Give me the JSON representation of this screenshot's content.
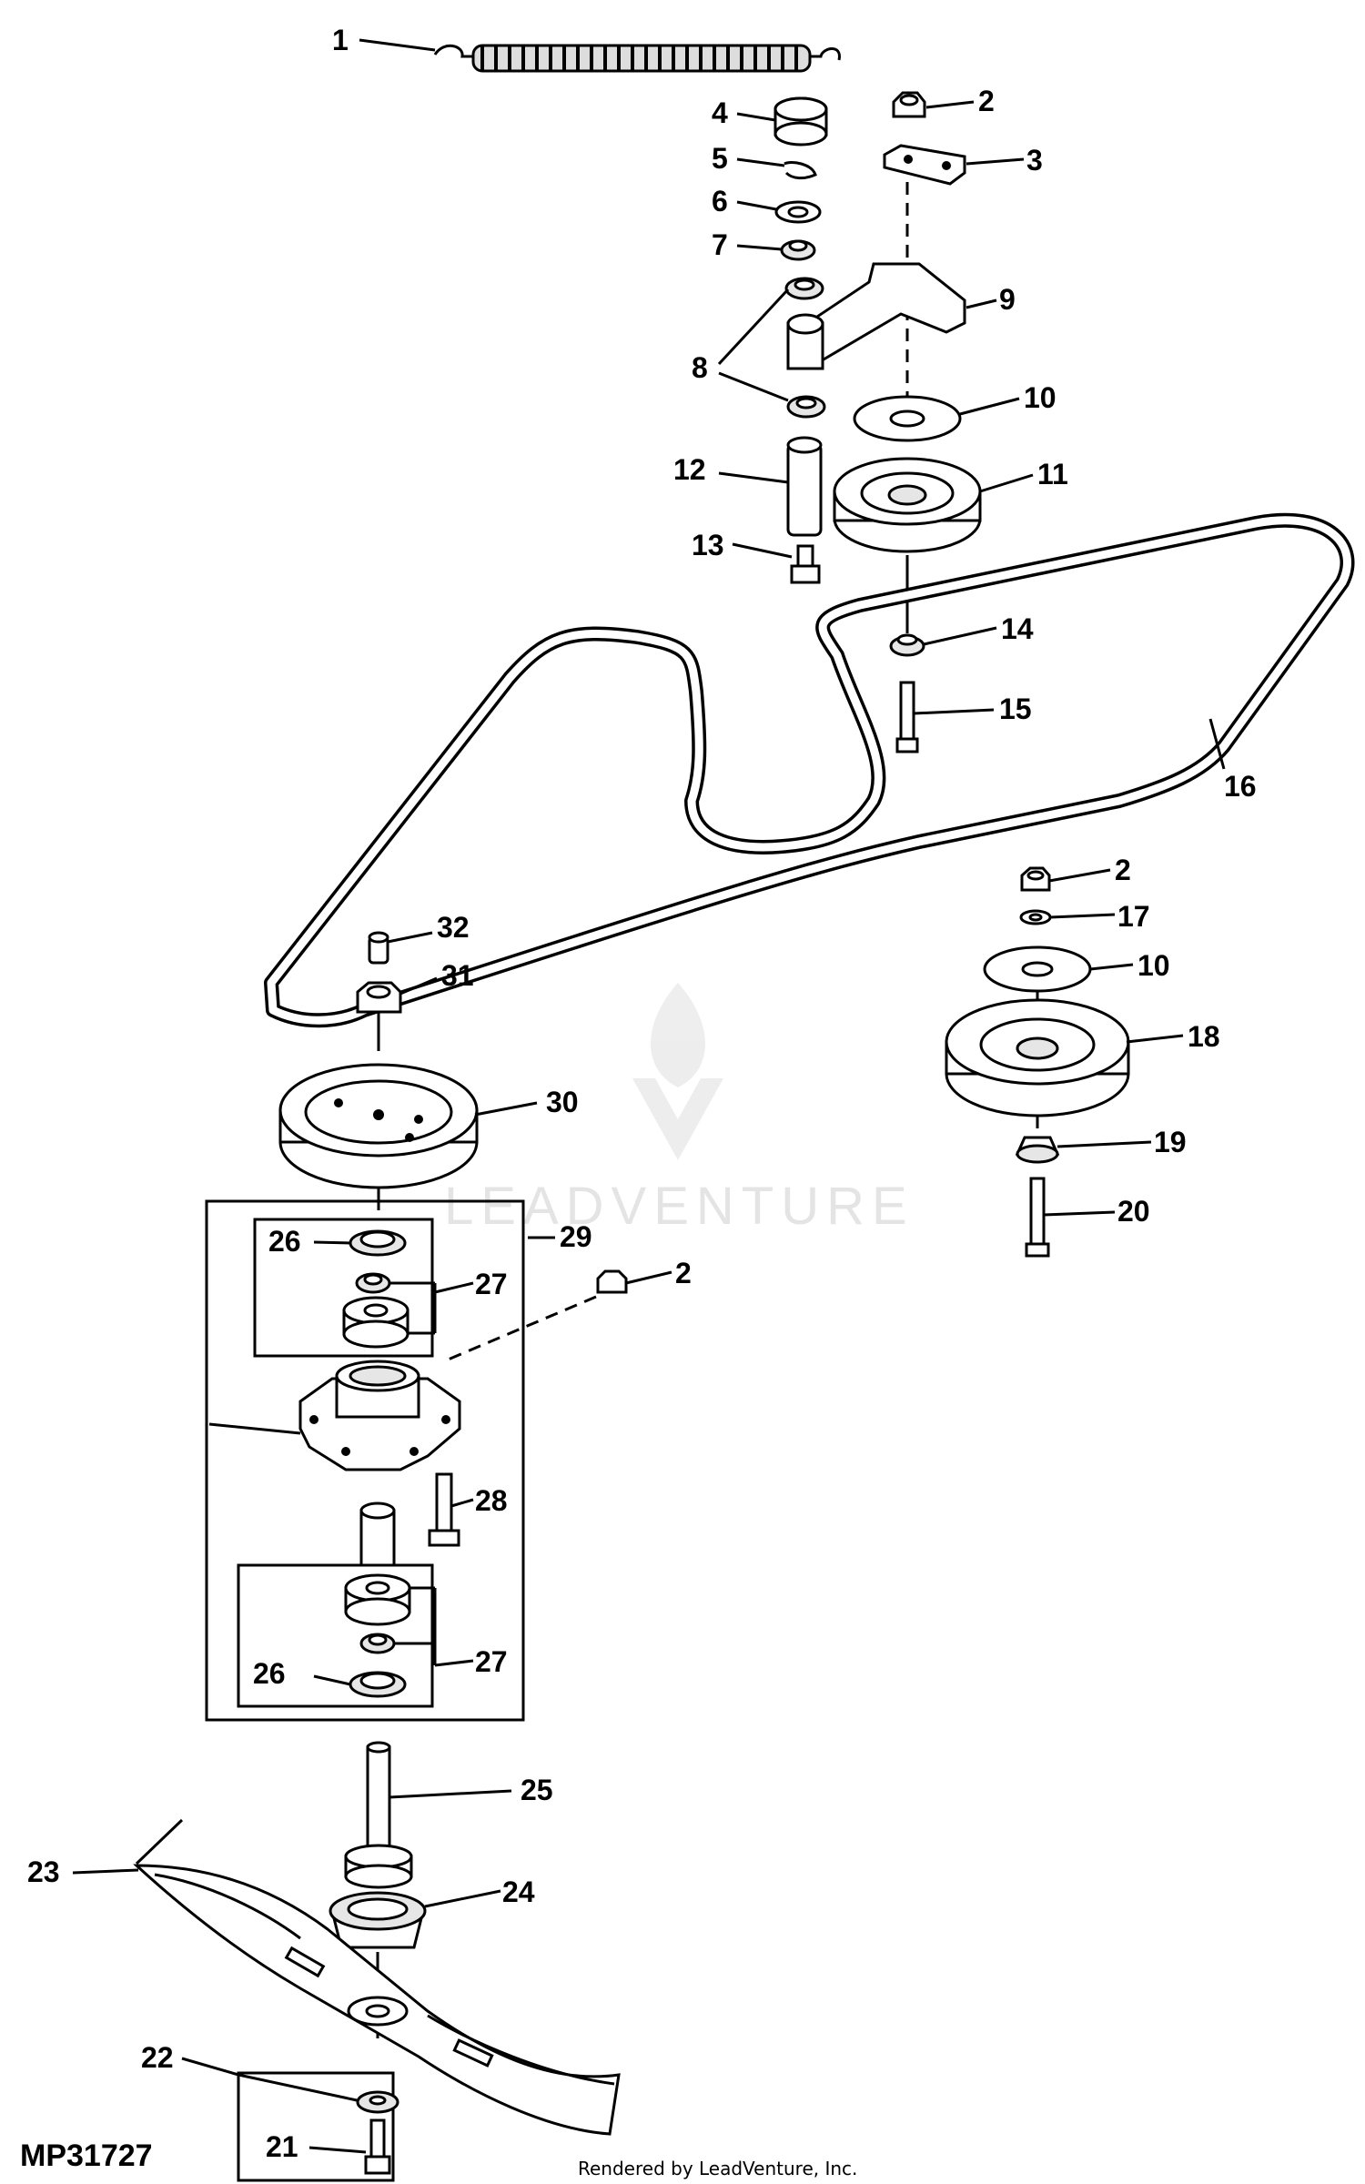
{
  "diagram_code": "MP31727",
  "credit": "Rendered by LeadVenture, Inc.",
  "watermark": "LEADVENTURE",
  "colors": {
    "ink": "#000000",
    "watermark": "#e4e4e4",
    "background": "#ffffff"
  },
  "callouts": {
    "c1": "1",
    "c2a": "2",
    "c2b": "2",
    "c2c": "2",
    "c3": "3",
    "c4": "4",
    "c5": "5",
    "c6": "6",
    "c7": "7",
    "c8": "8",
    "c9": "9",
    "c10a": "10",
    "c10b": "10",
    "c11": "11",
    "c12": "12",
    "c13": "13",
    "c14": "14",
    "c15": "15",
    "c16": "16",
    "c17": "17",
    "c18": "18",
    "c19": "19",
    "c20": "20",
    "c21": "21",
    "c22": "22",
    "c23": "23",
    "c24": "24",
    "c25": "25",
    "c26a": "26",
    "c26b": "26",
    "c27a": "27",
    "c27b": "27",
    "c28": "28",
    "c29": "29",
    "c30": "30",
    "c31": "31",
    "c32": "32"
  }
}
